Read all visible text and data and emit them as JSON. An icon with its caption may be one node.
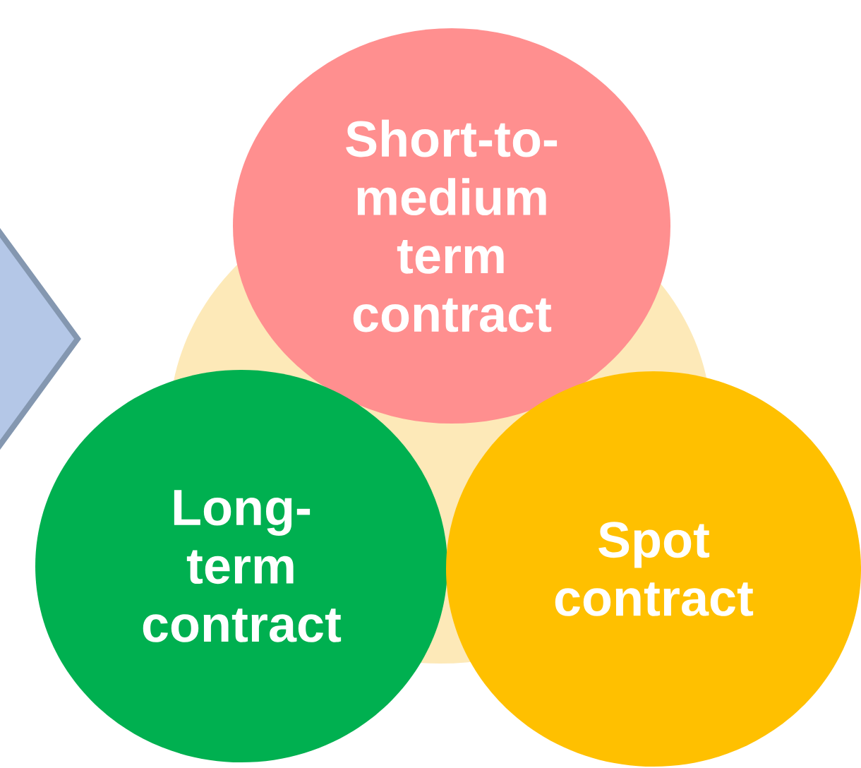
{
  "diagram": {
    "nodes": [
      {
        "text": [
          "Short-to-medium term contract"
        ]
      },
      {
        "text": [
          "Long-term contract"
        ]
      },
      {
        "text": [
          "Spot contract"
        ]
      }
    ]
  }
}
